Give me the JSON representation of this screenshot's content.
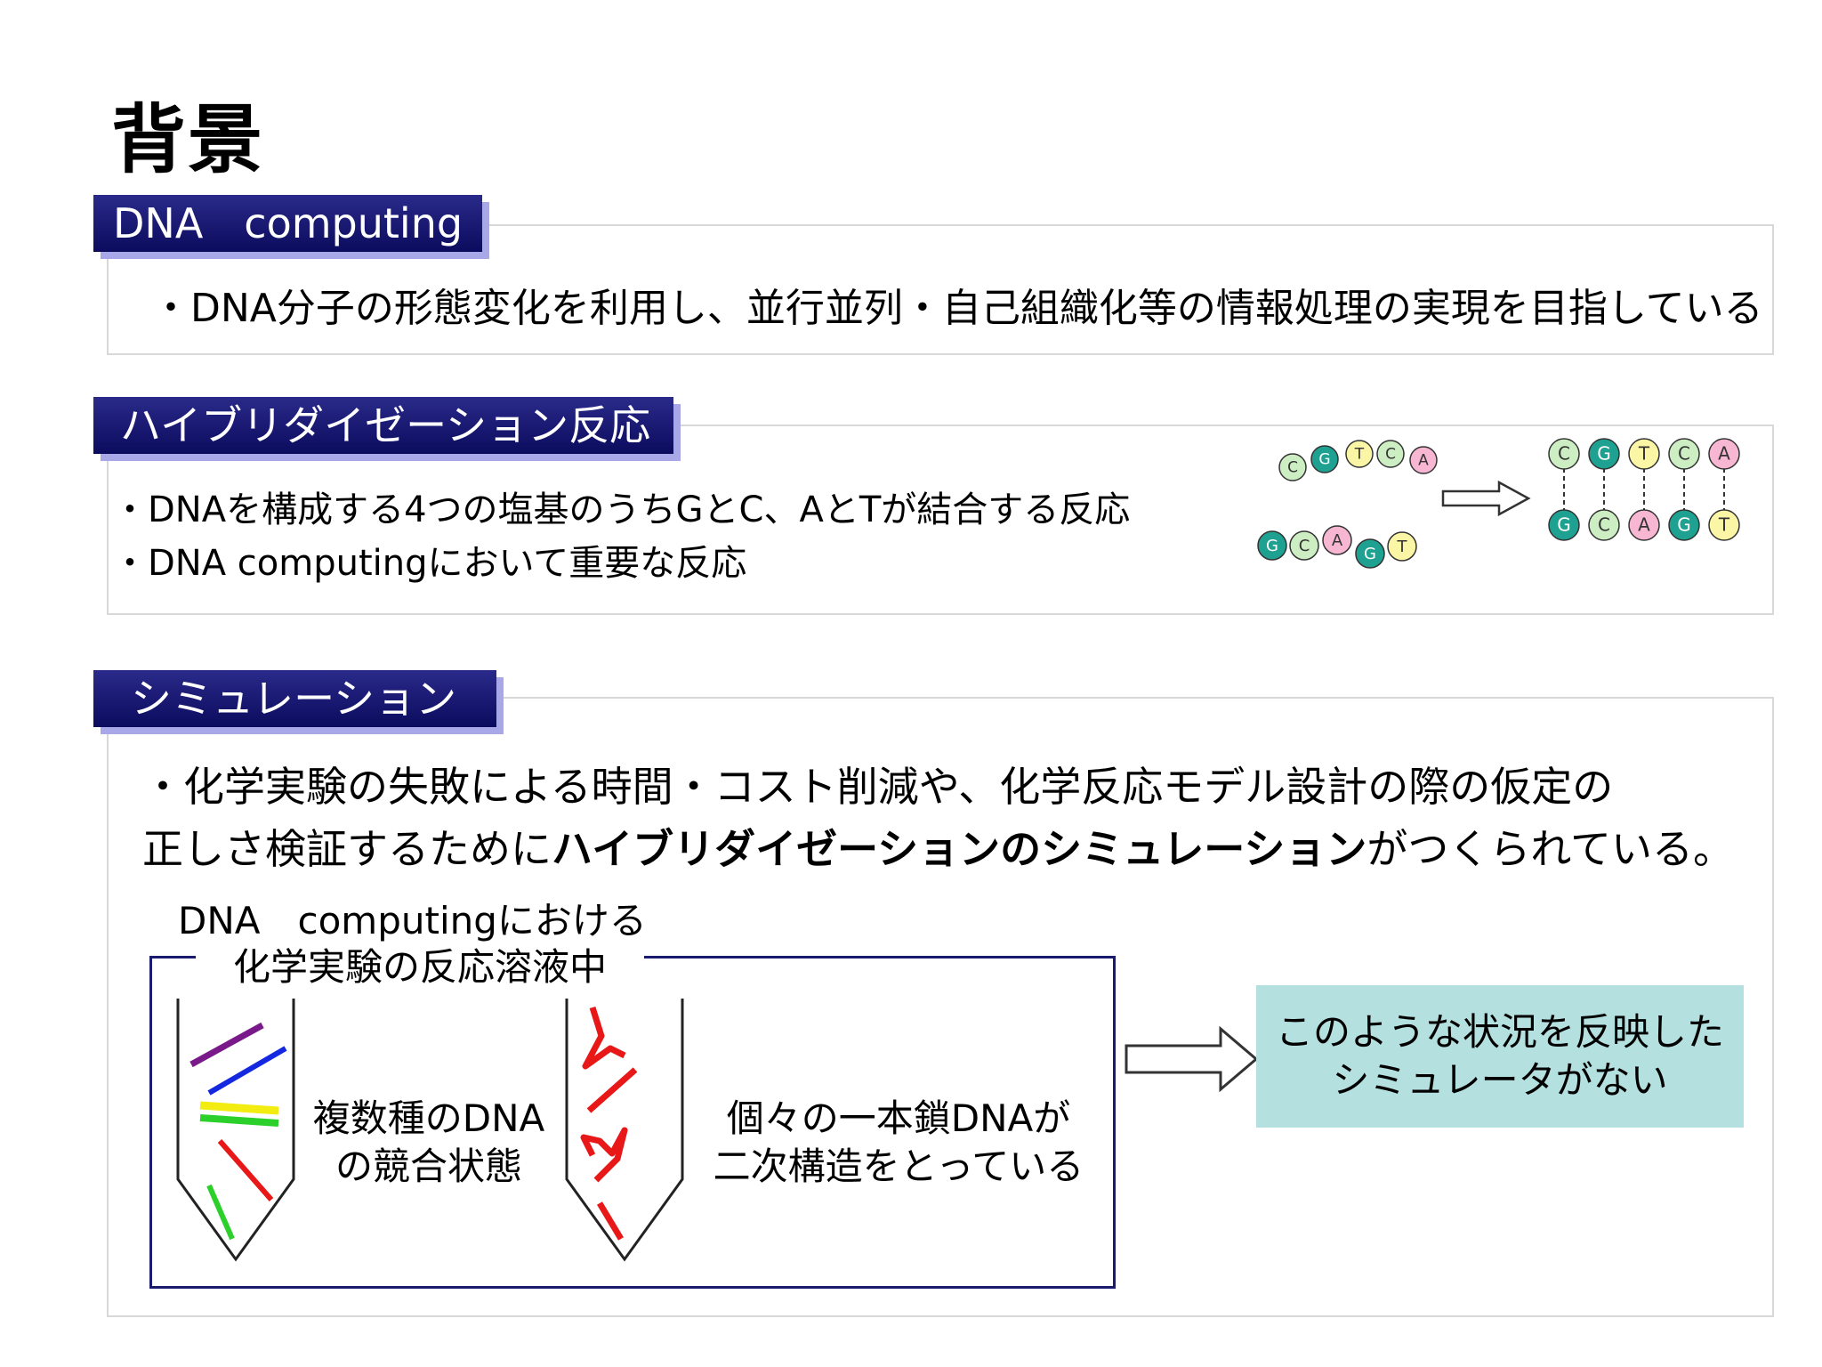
{
  "title": "背景",
  "sections": {
    "dna": {
      "tab_label": "DNA　computing",
      "bullet": "・DNA分子の形態変化を利用し、並行並列・自己組織化等の情報処理の実現を目指している"
    },
    "hybrid": {
      "tab_label": "ハイブリダイゼーション反応",
      "bullets": [
        "・DNAを構成する4つの塩基のうちGとC、AとTが結合する反応",
        "・DNA computingにおいて重要な反応"
      ]
    },
    "sim": {
      "tab_label": "シミュレーション",
      "line1": "・化学実験の失敗による時間・コスト削減や、化学反応モデル設計の際の仮定の",
      "line2_pre": "正しさ検証するために",
      "line2_bold": "ハイブリダイゼーションのシミュレーション",
      "line2_post": "がつくられている。",
      "panel_caption_1": "DNA　computingにおける",
      "panel_caption_2": "化学実験の反応溶液中",
      "label_a_1": "複数種のDNA",
      "label_a_2": "の競合状態",
      "label_b_1": "個々の一本鎖DNAが",
      "label_b_2": "二次構造をとっている",
      "result_1": "このような状況を反映した",
      "result_2": "シミュレータがない"
    }
  },
  "diagram": {
    "strand_top": [
      "C",
      "G",
      "T",
      "C",
      "A"
    ],
    "strand_bottom": [
      "G",
      "C",
      "A",
      "G",
      "T"
    ],
    "paired_top": [
      "C",
      "G",
      "T",
      "C",
      "A"
    ],
    "paired_bottom": [
      "G",
      "C",
      "A",
      "G",
      "T"
    ],
    "base_colors": {
      "C": "#cdeec3",
      "G": "#1fa191",
      "T": "#fbf5a6",
      "A": "#f7b7d3"
    }
  }
}
